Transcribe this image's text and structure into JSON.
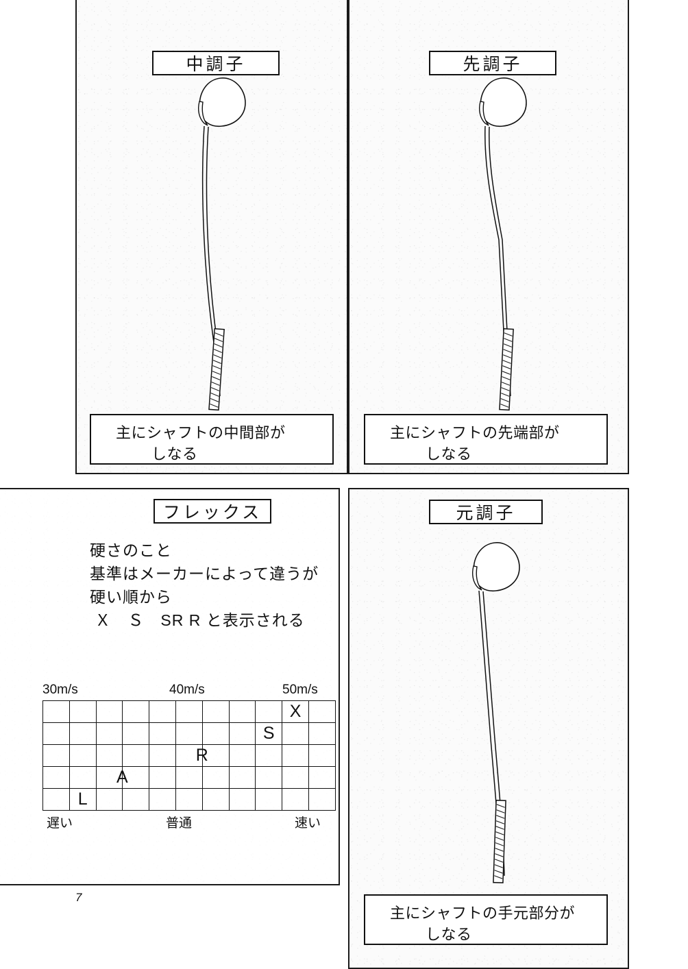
{
  "page": {
    "number": "7"
  },
  "panels": {
    "mid_kick": {
      "title": "中調子",
      "caption_line1": "主にシャフトの中間部が",
      "caption_line2": "しなる",
      "club_icon": "golf-driver-mid-kick-icon"
    },
    "tip_kick": {
      "title": "先調子",
      "caption_line1": "主にシャフトの先端部が",
      "caption_line2": "しなる",
      "club_icon": "golf-driver-tip-kick-icon"
    },
    "butt_kick": {
      "title": "元調子",
      "caption_line1": "主にシャフトの手元部分が",
      "caption_line2": "しなる",
      "club_icon": "golf-driver-butt-kick-icon"
    },
    "flex": {
      "title": "フレックス",
      "description": "硬さのこと\n基準はメーカーによって違うが\n硬い順から\n Ｘ　Ｓ　SR R と表示される"
    }
  },
  "chart_data": {
    "type": "table",
    "title": "フレックス",
    "xlabel": "",
    "ylabel": "",
    "grid": true,
    "columns": 11,
    "rows": 5,
    "top_ticks": [
      "30m/s",
      "40m/s",
      "50m/s"
    ],
    "bottom_ticks": [
      "遅い",
      "普通",
      "速い"
    ],
    "cells": [
      [
        "",
        "",
        "",
        "",
        "",
        "",
        "",
        "",
        "",
        "X",
        ""
      ],
      [
        "",
        "",
        "",
        "",
        "",
        "",
        "",
        "",
        "S",
        "",
        ""
      ],
      [
        "",
        "",
        "",
        "",
        "",
        "R",
        "",
        "",
        "",
        "",
        ""
      ],
      [
        "",
        "",
        "A",
        "",
        "",
        "",
        "",
        "",
        "",
        "",
        ""
      ],
      [
        "",
        "L",
        "",
        "",
        "",
        "",
        "",
        "",
        "",
        "",
        ""
      ]
    ],
    "markers": [
      {
        "label": "X",
        "row": 1,
        "col": 10,
        "head_speed": "50m/s",
        "swing": "速い"
      },
      {
        "label": "S",
        "row": 2,
        "col": 9,
        "head_speed": "47m/s",
        "swing": "速い"
      },
      {
        "label": "R",
        "row": 3,
        "col": 6,
        "head_speed": "40m/s",
        "swing": "普通"
      },
      {
        "label": "A",
        "row": 4,
        "col": 3,
        "head_speed": "34m/s",
        "swing": "遅い"
      },
      {
        "label": "L",
        "row": 5,
        "col": 2,
        "head_speed": "32m/s",
        "swing": "遅い"
      }
    ],
    "flex_order_hardest_first": [
      "X",
      "S",
      "SR",
      "R"
    ]
  },
  "colors": {
    "ink": "#111111",
    "paper": "#fbfbfb",
    "white": "#ffffff"
  }
}
